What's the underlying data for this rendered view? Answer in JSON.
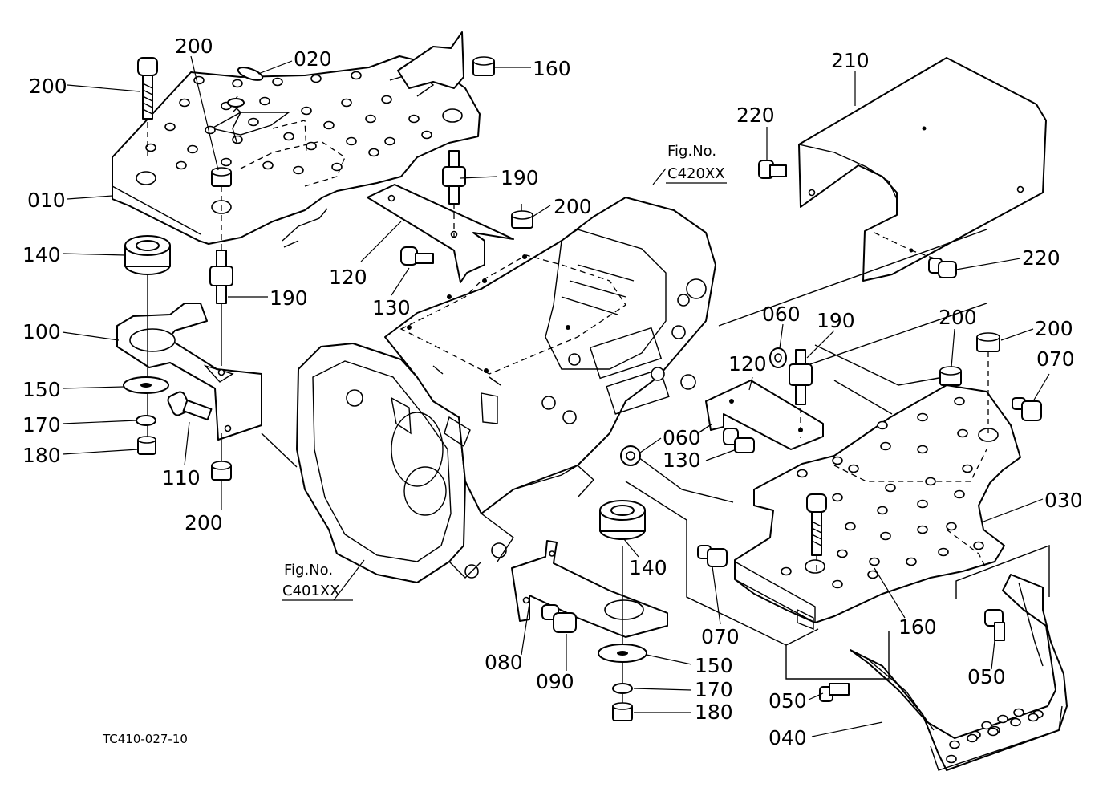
{
  "drawing_code": "TC410-027-10",
  "fig_refs": [
    {
      "id": "c420",
      "label": "Fig.No.",
      "code": "C420XX"
    },
    {
      "id": "c401",
      "label": "Fig.No.",
      "code": "C401XX"
    }
  ],
  "callouts": [
    {
      "id": "020",
      "text": "020"
    },
    {
      "id": "200a",
      "text": "200"
    },
    {
      "id": "200b",
      "text": "200"
    },
    {
      "id": "160a",
      "text": "160"
    },
    {
      "id": "010",
      "text": "010"
    },
    {
      "id": "140a",
      "text": "140"
    },
    {
      "id": "190a",
      "text": "190"
    },
    {
      "id": "100",
      "text": "100"
    },
    {
      "id": "150a",
      "text": "150"
    },
    {
      "id": "170a",
      "text": "170"
    },
    {
      "id": "180a",
      "text": "180"
    },
    {
      "id": "110",
      "text": "110"
    },
    {
      "id": "200c",
      "text": "200"
    },
    {
      "id": "190b",
      "text": "190"
    },
    {
      "id": "200d",
      "text": "200"
    },
    {
      "id": "120a",
      "text": "120"
    },
    {
      "id": "130a",
      "text": "130"
    },
    {
      "id": "210",
      "text": "210"
    },
    {
      "id": "220a",
      "text": "220"
    },
    {
      "id": "220b",
      "text": "220"
    },
    {
      "id": "060a",
      "text": "060"
    },
    {
      "id": "190c",
      "text": "190"
    },
    {
      "id": "200e",
      "text": "200"
    },
    {
      "id": "200f",
      "text": "200"
    },
    {
      "id": "070a",
      "text": "070"
    },
    {
      "id": "120b",
      "text": "120"
    },
    {
      "id": "060b",
      "text": "060"
    },
    {
      "id": "130b",
      "text": "130"
    },
    {
      "id": "030",
      "text": "030"
    },
    {
      "id": "140b",
      "text": "140"
    },
    {
      "id": "070b",
      "text": "070"
    },
    {
      "id": "160b",
      "text": "160"
    },
    {
      "id": "080",
      "text": "080"
    },
    {
      "id": "090",
      "text": "090"
    },
    {
      "id": "150b",
      "text": "150"
    },
    {
      "id": "170b",
      "text": "170"
    },
    {
      "id": "180b",
      "text": "180"
    },
    {
      "id": "050a",
      "text": "050"
    },
    {
      "id": "050b",
      "text": "050"
    },
    {
      "id": "040",
      "text": "040"
    }
  ]
}
